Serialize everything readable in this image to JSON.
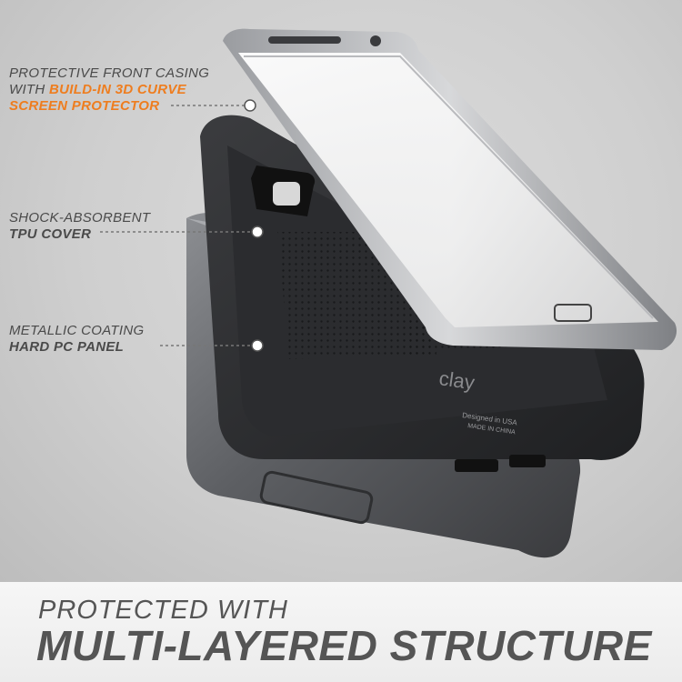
{
  "callouts": {
    "front": {
      "line1": "PROTECTIVE FRONT CASING",
      "line2_prefix": "WITH ",
      "line2_highlight": "BUILD-IN 3D CURVE",
      "line3": "SCREEN PROTECTOR"
    },
    "tpu": {
      "line1": "SHOCK-ABSORBENT",
      "line2": "TPU COVER"
    },
    "pc": {
      "line1": "METALLIC COATING",
      "line2": "HARD PC PANEL"
    }
  },
  "case_text": {
    "brand": "clay",
    "designed": "Designed in USA",
    "made": "MADE IN CHINA"
  },
  "banner": {
    "line1": "PROTECTED WITH",
    "line2": "MULTI-LAYERED STRUCTURE"
  },
  "colors": {
    "accent": "#ee7d1f",
    "text": "#4a4a4a"
  }
}
